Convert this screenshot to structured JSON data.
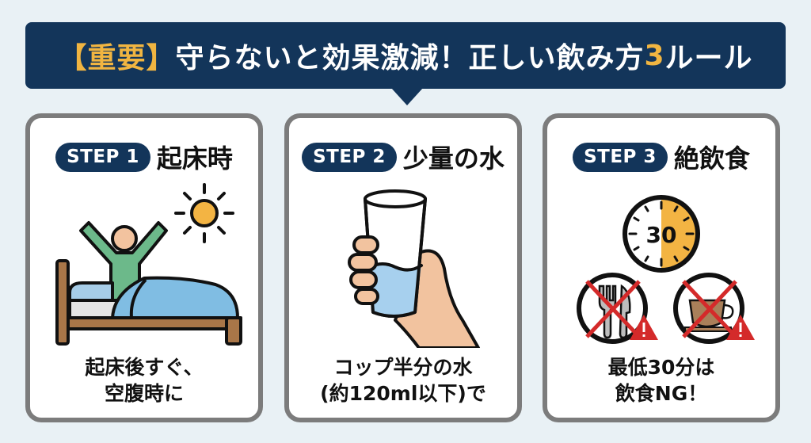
{
  "banner": {
    "prefix": "【重要】",
    "title_main": "守らないと効果激減！正しい飲み方",
    "title_number": "3",
    "title_suffix": "ルール"
  },
  "colors": {
    "navy": "#13355a",
    "accent_yellow": "#f1b541",
    "card_border": "#7c7c7c",
    "background": "#e9f1f5",
    "warning_red": "#d42a2a"
  },
  "steps": [
    {
      "pill": "STEP 1",
      "title": "起床時",
      "icon": "person-waking-in-bed-with-sun-icon",
      "desc_line1": "起床後すぐ、",
      "desc_line2": "空腹時に"
    },
    {
      "pill": "STEP 2",
      "title": "少量の水",
      "icon": "hand-holding-glass-of-water-icon",
      "desc_line1": "コップ半分の水",
      "desc_line2": "(約120ml以下)で"
    },
    {
      "pill": "STEP 3",
      "title": "絶飲食",
      "icon": "timer-30-no-food-no-drink-icon",
      "timer_label": "30",
      "desc_line1": "最低30分は",
      "desc_line2": "飲食NG！"
    }
  ]
}
